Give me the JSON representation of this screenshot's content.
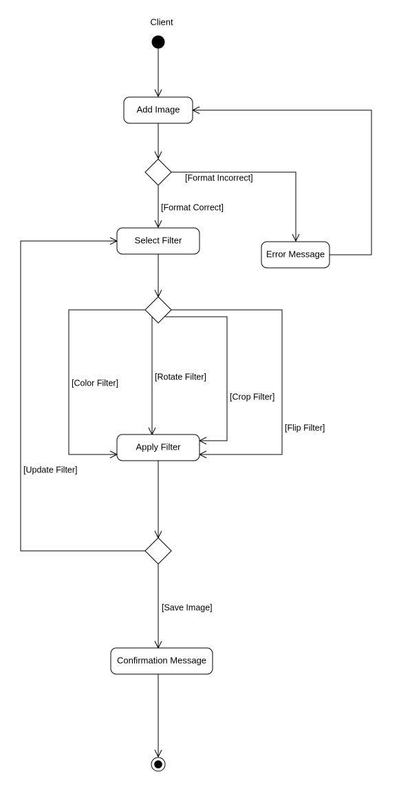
{
  "diagram": {
    "title": "Client",
    "nodes": {
      "add_image": "Add Image",
      "error_message": "Error Message",
      "select_filter": "Select Filter",
      "apply_filter": "Apply Filter",
      "confirmation_message": "Confirmation Message"
    },
    "guards": {
      "format_incorrect": "[Format Incorrect]",
      "format_correct": "[Format Correct]",
      "color_filter": "[Color Filter]",
      "rotate_filter": "[Rotate Filter]",
      "crop_filter": "[Crop Filter]",
      "flip_filter": "[Flip Filter]",
      "update_filter": "[Update Filter]",
      "save_image": "[Save Image]"
    }
  }
}
